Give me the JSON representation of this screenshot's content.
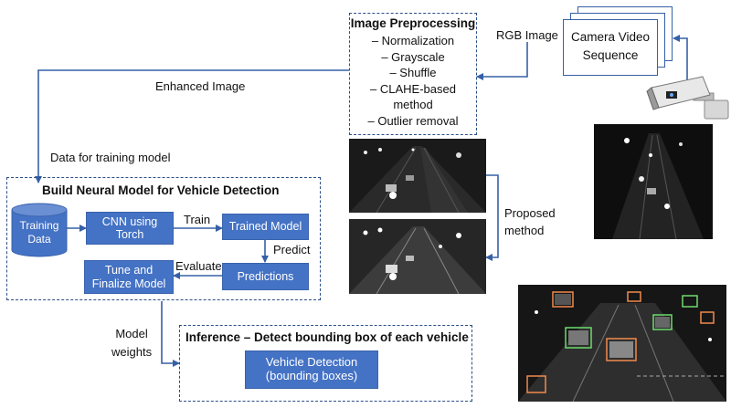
{
  "preprocessing": {
    "title": "Image Preprocessing",
    "items": [
      "– Normalization",
      "– Grayscale",
      "– Shuffle",
      "– CLAHE-based",
      "method",
      "– Outlier removal"
    ]
  },
  "camera": {
    "line1": "Camera Video",
    "line2": "Sequence"
  },
  "labels": {
    "rgb_image": "RGB Image",
    "enhanced_image": "Enhanced  Image",
    "data_for_training": "Data for training model",
    "proposed": "Proposed",
    "method": "method",
    "model": "Model",
    "weights": "weights"
  },
  "build": {
    "title": "Build Neural Model for Vehicle Detection",
    "training_data_1": "Training",
    "training_data_2": "Data",
    "cnn_1": "CNN using",
    "cnn_2": "Torch",
    "trained_model": "Trained Model",
    "predictions": "Predictions",
    "tune_1": "Tune and",
    "tune_2": "Finalize Model",
    "train": "Train",
    "predict": "Predict",
    "evaluate": "Evaluate"
  },
  "inference": {
    "title": "Inference – Detect bounding box of each vehicle",
    "box_1": "Vehicle Detection",
    "box_2": "(bounding boxes)"
  },
  "colors": {
    "box_blue": "#4472c4",
    "line_blue": "#3660a6",
    "dash_blue": "#2b4f86"
  }
}
